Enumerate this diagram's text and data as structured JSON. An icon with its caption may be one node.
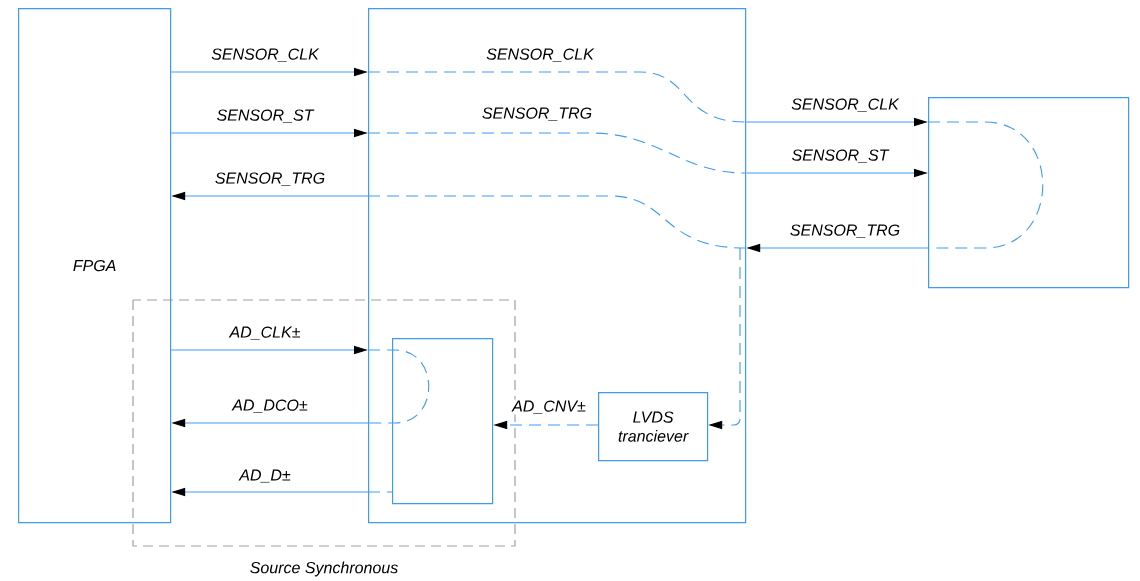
{
  "diagram": {
    "nodes": [
      {
        "text": [
          "FPGA"
        ]
      },
      {
        "text": [],
        "shape": "box"
      },
      {
        "text": [],
        "shape": "box"
      },
      {
        "text": [],
        "shape": "box",
        "in": 1
      },
      {
        "text": [
          "LVDS tranciever"
        ],
        "in": 1
      }
    ],
    "edges": [
      {
        "from": 0,
        "to": 1,
        "arrow": "to",
        "label": "SENSOR_CLK"
      },
      {
        "from": 0,
        "to": 1,
        "arrow": "to",
        "label": "SENSOR_ST"
      },
      {
        "from": 1,
        "to": 0,
        "arrow": "to",
        "label": "SENSOR_TRG"
      },
      {
        "from": 1,
        "to": 2,
        "arrow": "to",
        "label": "SENSOR_CLK"
      },
      {
        "from": 1,
        "to": 2,
        "arrow": "to",
        "label": "SENSOR_ST"
      },
      {
        "from": 2,
        "to": 1,
        "arrow": "to",
        "label": "SENSOR_TRG"
      },
      {
        "from": 0,
        "to": 1,
        "arrow": "to",
        "label": "AD_CLK±"
      },
      {
        "from": 1,
        "to": 0,
        "arrow": "to",
        "label": "AD_DCO±"
      },
      {
        "from": 1,
        "to": 0,
        "arrow": "to",
        "label": "AD_D±"
      },
      {
        "from": 4,
        "to": 3,
        "arrow": "to",
        "label": "AD_CNV±",
        "style": "dashed"
      },
      {
        "from": null,
        "to": 4,
        "arrow": "to",
        "style": "dashed"
      }
    ],
    "labels": [
      "SENSOR_CLK",
      "SENSOR_TRG",
      "Source Synchronous"
    ]
  }
}
